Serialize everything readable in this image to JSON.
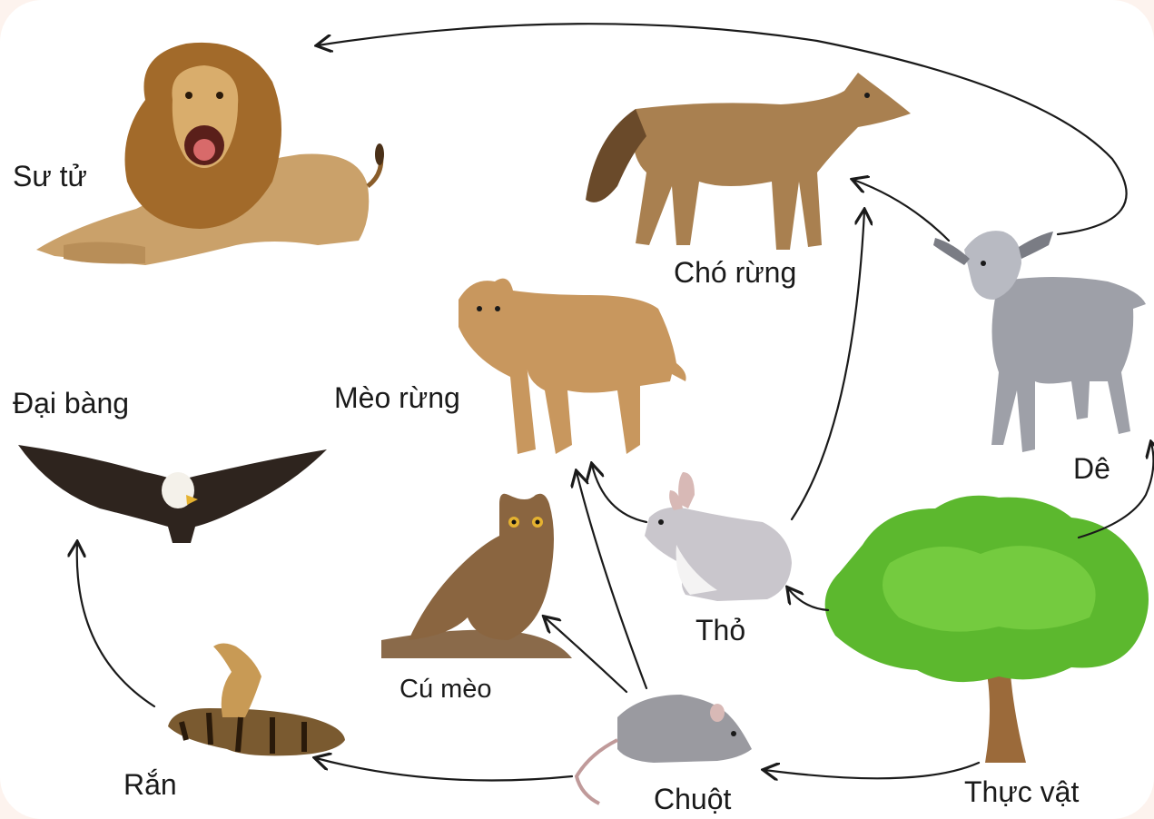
{
  "food_web": {
    "organisms": {
      "lion": "Sư tử",
      "jackal": "Chó rừng",
      "goat": "Dê",
      "wildcat": "Mèo rừng",
      "eagle": "Đại bàng",
      "owl": "Cú mèo",
      "rabbit": "Thỏ",
      "snake": "Rắn",
      "mouse": "Chuột",
      "plant": "Thực vật"
    },
    "links": [
      {
        "from": "goat",
        "to": "lion"
      },
      {
        "from": "goat",
        "to": "jackal"
      },
      {
        "from": "rabbit",
        "to": "jackal"
      },
      {
        "from": "rabbit",
        "to": "wildcat"
      },
      {
        "from": "mouse",
        "to": "wildcat"
      },
      {
        "from": "mouse",
        "to": "owl"
      },
      {
        "from": "mouse",
        "to": "snake"
      },
      {
        "from": "snake",
        "to": "eagle"
      },
      {
        "from": "plant",
        "to": "mouse"
      },
      {
        "from": "plant",
        "to": "rabbit"
      },
      {
        "from": "plant",
        "to": "goat"
      }
    ]
  },
  "colors": {
    "arrow": "#1a1a1a",
    "tree_leaf": "#5cb82e",
    "trunk": "#9b6a3a"
  }
}
